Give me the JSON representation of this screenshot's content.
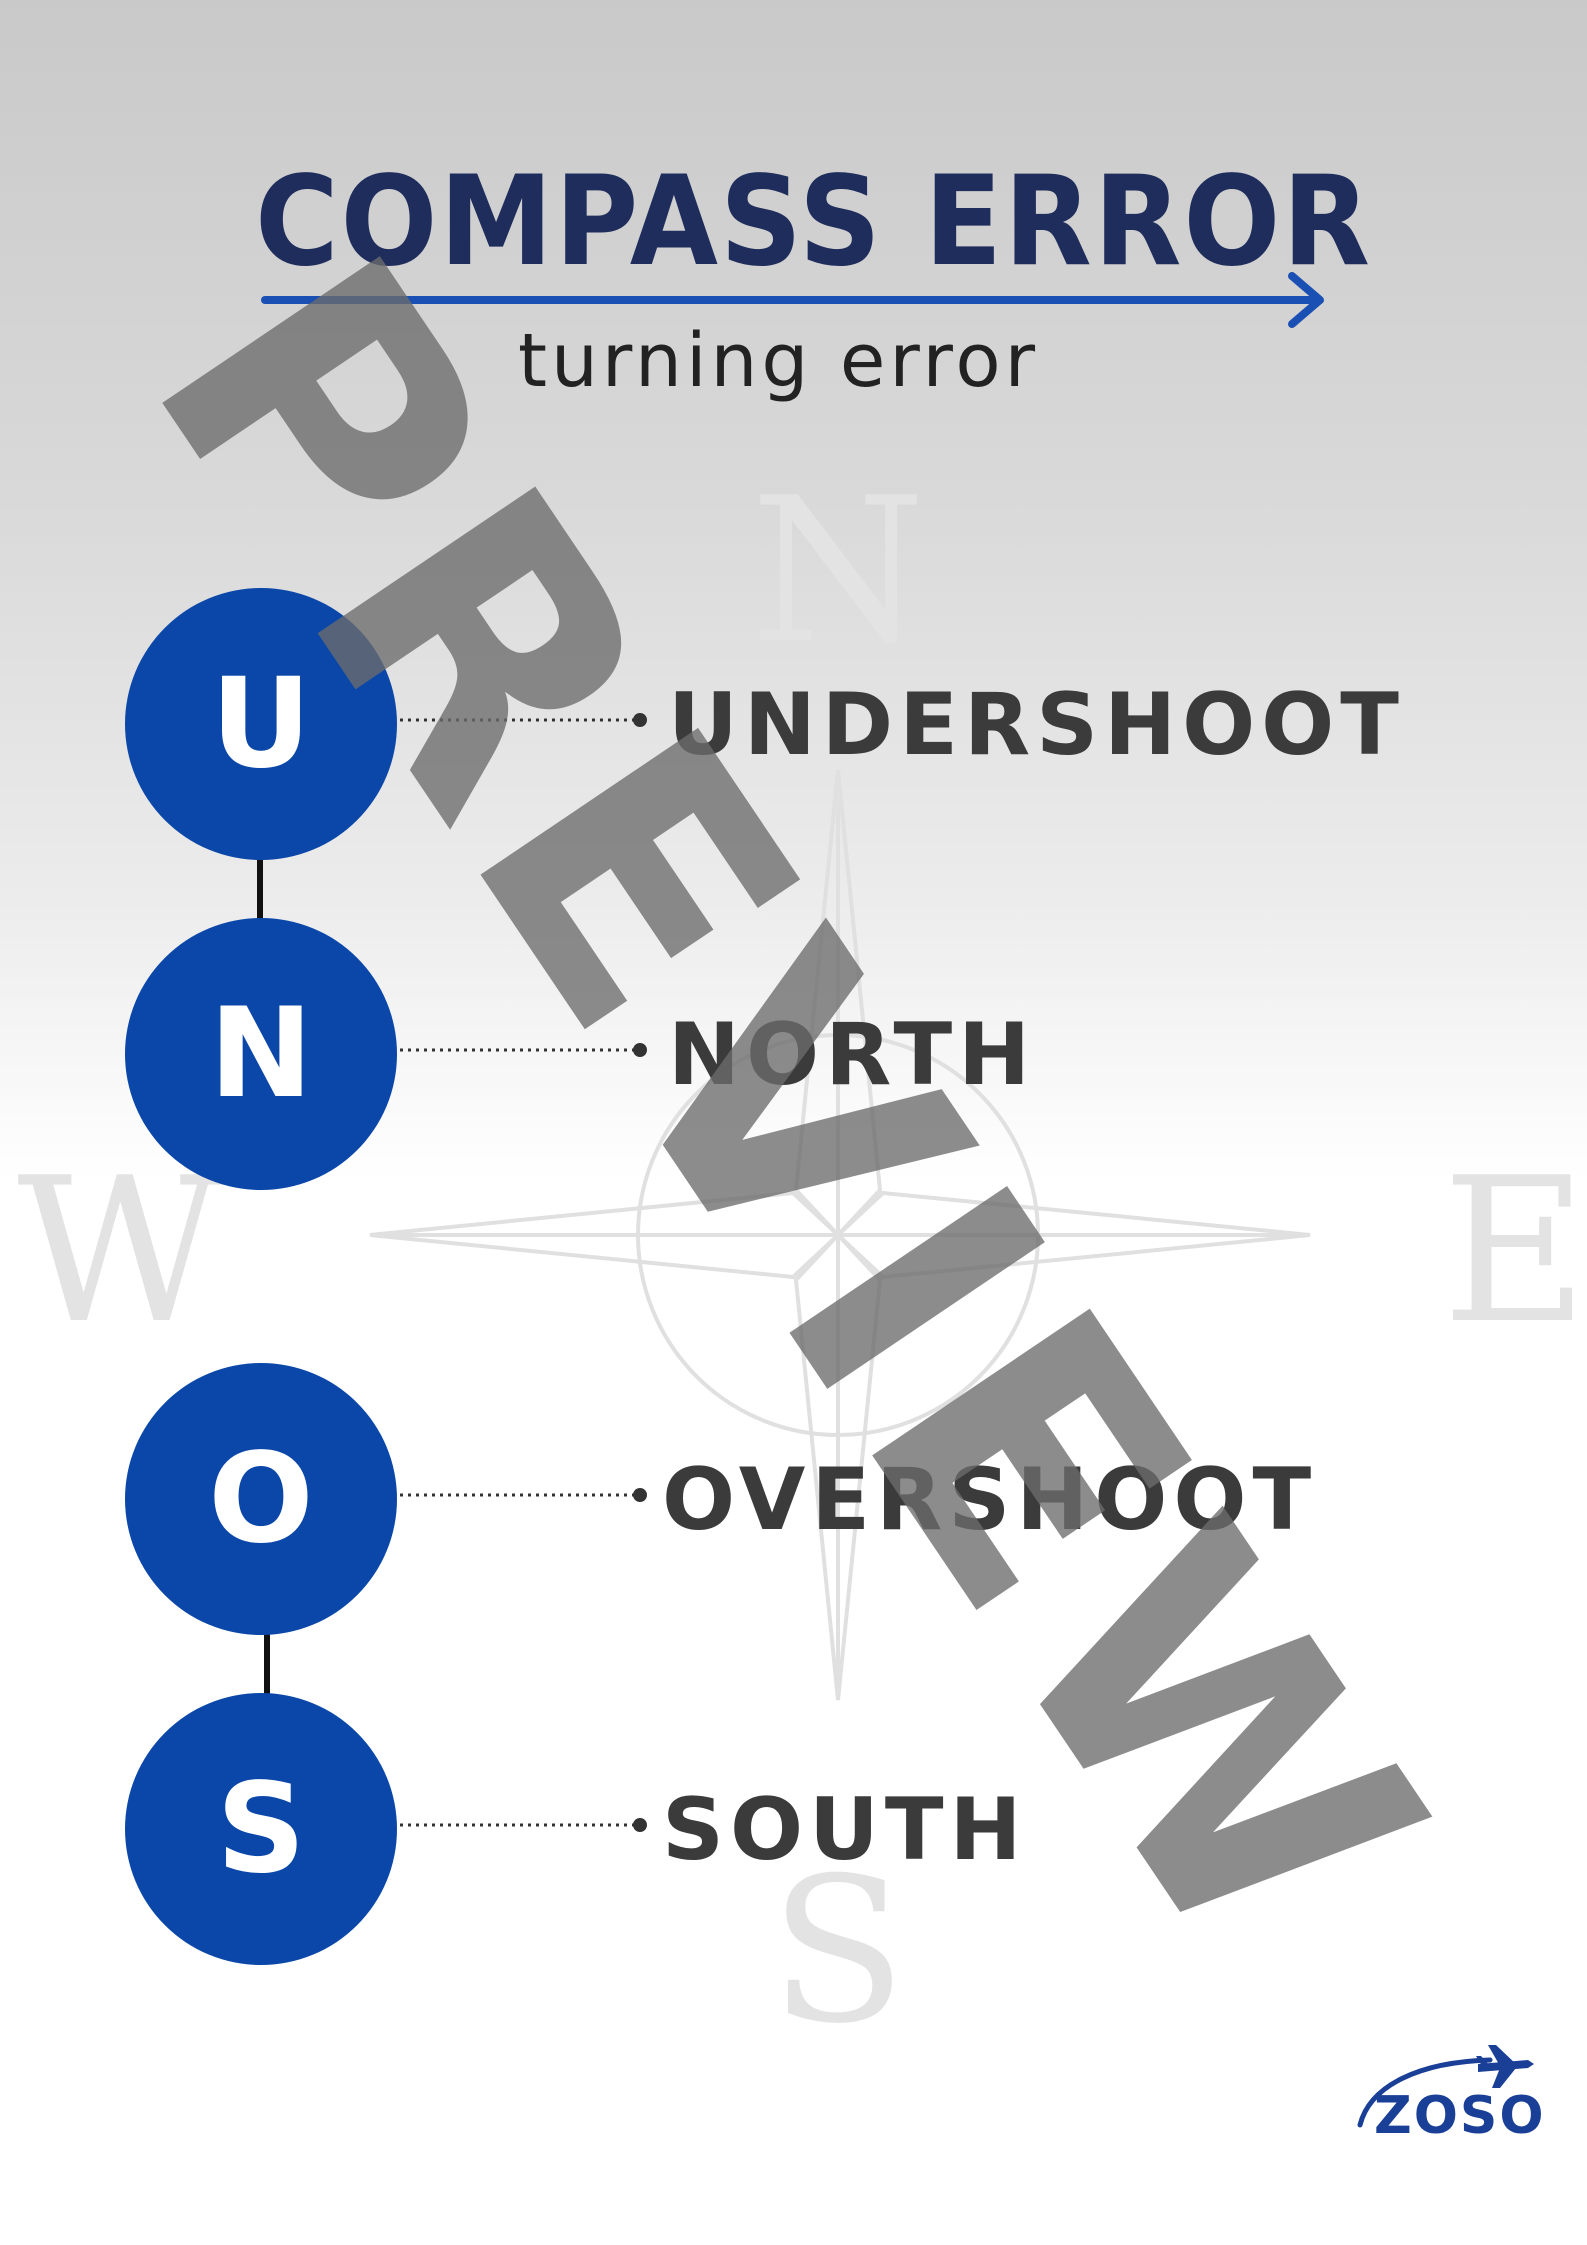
{
  "header": {
    "title": "COMPASS ERROR",
    "subtitle": "turning error"
  },
  "mnemonic": [
    {
      "letter": "U",
      "word": "UNDERSHOOT"
    },
    {
      "letter": "N",
      "word": "NORTH"
    },
    {
      "letter": "O",
      "word": "OVERSHOOT"
    },
    {
      "letter": "S",
      "word": "SOUTH"
    }
  ],
  "compass_rose": {
    "n": "N",
    "e": "E",
    "s": "S",
    "w": "W"
  },
  "watermark": {
    "text": "PREVIEW"
  },
  "logo": {
    "text": "ZOSO"
  },
  "colors": {
    "circle_blue": "#0a47a9",
    "title_navy": "#1f2d5c",
    "label_gray": "#3b3b3b",
    "arrow_blue": "#1a4fb3",
    "watermark_gray": "#6b6b6b"
  }
}
